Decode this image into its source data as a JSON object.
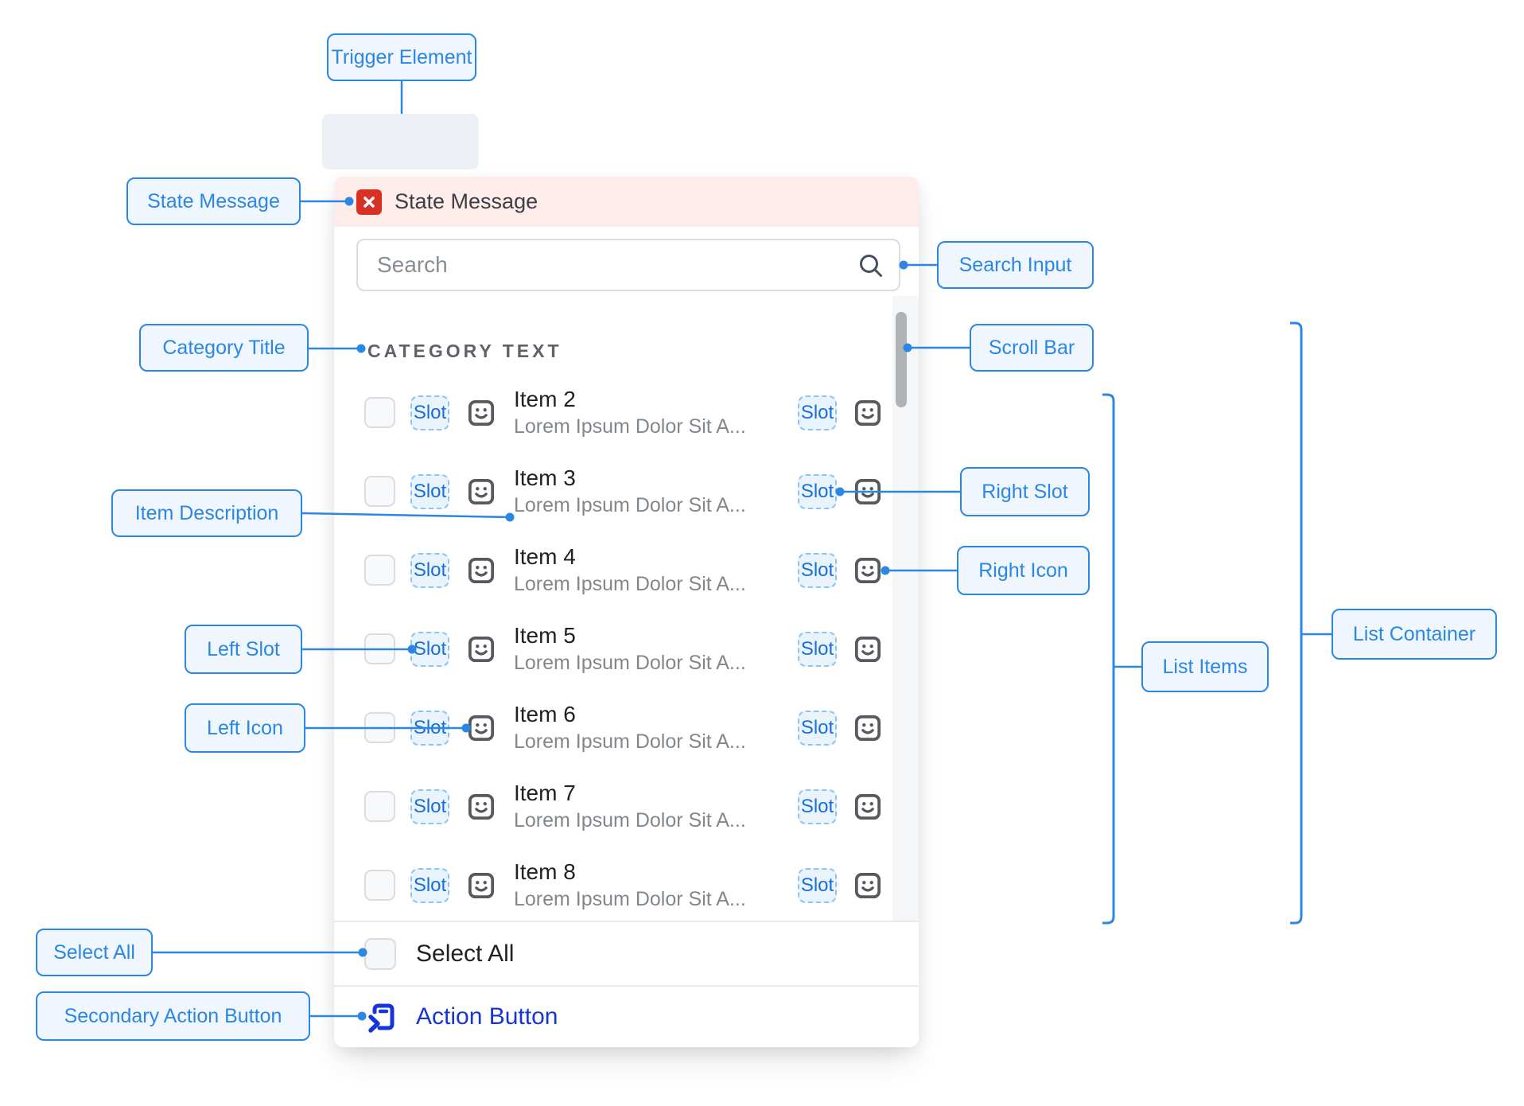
{
  "annotations": {
    "trigger_element": "Trigger Element",
    "state_message": "State Message",
    "search_input": "Search Input",
    "category_title": "Category Title",
    "scroll_bar": "Scroll Bar",
    "item_description": "Item Description",
    "right_slot": "Right Slot",
    "right_icon": "Right Icon",
    "left_slot": "Left Slot",
    "left_icon": "Left Icon",
    "list_items": "List Items",
    "list_container": "List Container",
    "select_all": "Select All",
    "secondary_action_button": "Secondary Action Button"
  },
  "panel": {
    "state_message": {
      "text": "State Message",
      "icon": "error-x-icon"
    },
    "search": {
      "placeholder": "Search",
      "icon": "search-icon"
    },
    "category_title": "CATEGORY TEXT",
    "slot_label": "Slot",
    "items": [
      {
        "title": "Item 2",
        "description": "Lorem Ipsum Dolor Sit  A..."
      },
      {
        "title": "Item 3",
        "description": "Lorem Ipsum Dolor Sit  A..."
      },
      {
        "title": "Item 4",
        "description": "Lorem Ipsum Dolor Sit  A..."
      },
      {
        "title": "Item 5",
        "description": "Lorem Ipsum Dolor Sit  A..."
      },
      {
        "title": "Item 6",
        "description": "Lorem Ipsum Dolor Sit  A..."
      },
      {
        "title": "Item 7",
        "description": "Lorem Ipsum Dolor Sit  A..."
      },
      {
        "title": "Item 8",
        "description": "Lorem Ipsum Dolor Sit  A..."
      }
    ],
    "select_all_label": "Select All",
    "action_button_label": "Action Button"
  },
  "colors": {
    "annotation_blue": "#2b87e3",
    "annotation_background": "#eff6fd",
    "state_message_background": "#fdecea",
    "state_message_icon_red": "#d93025",
    "slot_text_blue": "#1a6fd6",
    "action_button_blue": "#1634d8",
    "scrollbar_thumb_gray": "#b0b3b6"
  }
}
